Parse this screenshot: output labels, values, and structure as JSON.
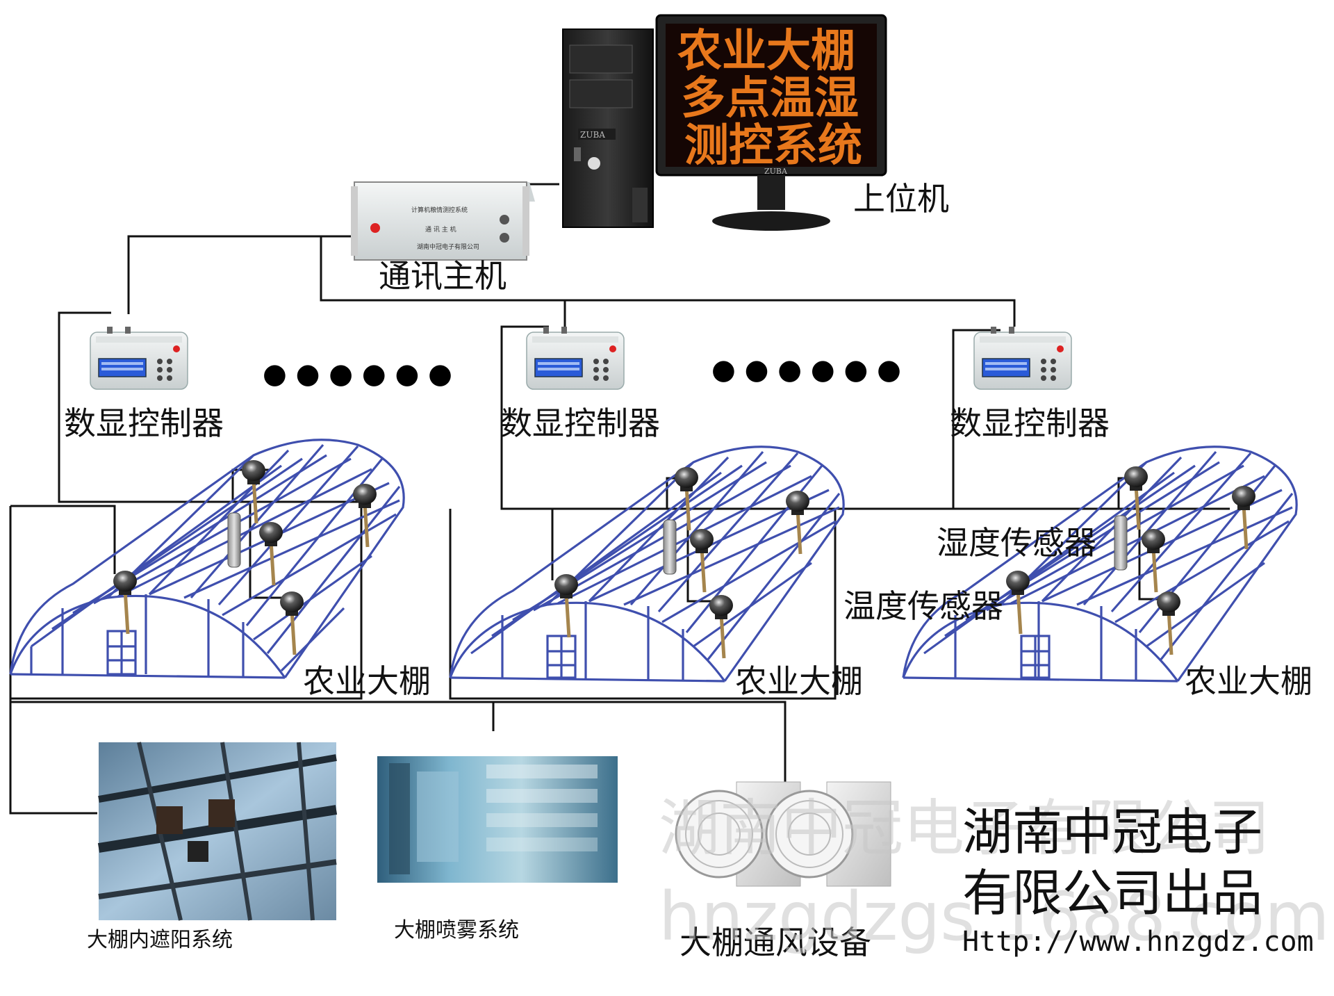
{
  "pc": {
    "screen_lines": [
      "农业大棚",
      "多点温湿",
      "测控系统"
    ],
    "case_brand": "ZUBA",
    "monitor_brand": "ZUBA",
    "label": "上位机"
  },
  "host": {
    "label": "通讯主机",
    "panel_title": "计算机粮情测控系统",
    "panel_sub": "通 讯 主 机",
    "panel_company": "湖南中冠电子有限公司"
  },
  "controllers": [
    {
      "label": "数显控制器"
    },
    {
      "label": "数显控制器"
    },
    {
      "label": "数显控制器"
    }
  ],
  "ellipsis": "● ● ● ● ● ●",
  "greenhouses": [
    {
      "label": "农业大棚"
    },
    {
      "label": "农业大棚"
    },
    {
      "label": "农业大棚"
    }
  ],
  "sensors": {
    "humidity": "湿度传感器",
    "temperature": "温度传感器"
  },
  "equipment": [
    {
      "label": "大棚内遮阳系统"
    },
    {
      "label": "大棚喷雾系统"
    },
    {
      "label": "大棚通风设备"
    }
  ],
  "watermark": {
    "line1": "湖南中冠电子有限公司",
    "line2": "hnzgdzgs.1688.com"
  },
  "brand": {
    "line1": "湖南中冠电子",
    "line2": "有限公司出品",
    "url": "Http://www.hnzgdz.com"
  },
  "colors": {
    "frame": "#3f4fae",
    "screen_text": "#e8781c",
    "wire": "#111111"
  }
}
